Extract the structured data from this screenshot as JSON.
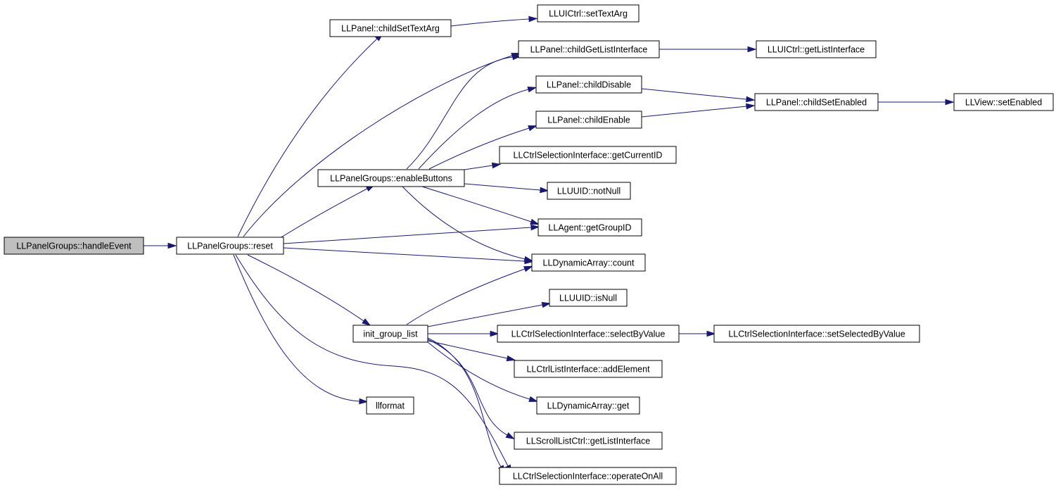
{
  "graph": {
    "nodes": [
      {
        "id": "handleEvent",
        "label": "LLPanelGroups::handleEvent",
        "root": true
      },
      {
        "id": "reset",
        "label": "LLPanelGroups::reset"
      },
      {
        "id": "childSetTextArg",
        "label": "LLPanel::childSetTextArg"
      },
      {
        "id": "setTextArg",
        "label": "LLUICtrl::setTextArg"
      },
      {
        "id": "childGetListInterface",
        "label": "LLPanel::childGetListInterface"
      },
      {
        "id": "getListInterfaceUI",
        "label": "LLUICtrl::getListInterface"
      },
      {
        "id": "childDisable",
        "label": "LLPanel::childDisable"
      },
      {
        "id": "childEnable",
        "label": "LLPanel::childEnable"
      },
      {
        "id": "childSetEnabled",
        "label": "LLPanel::childSetEnabled"
      },
      {
        "id": "setEnabled",
        "label": "LLView::setEnabled"
      },
      {
        "id": "enableButtons",
        "label": "LLPanelGroups::enableButtons"
      },
      {
        "id": "getCurrentID",
        "label": "LLCtrlSelectionInterface::getCurrentID"
      },
      {
        "id": "notNull",
        "label": "LLUUID::notNull"
      },
      {
        "id": "getGroupID",
        "label": "LLAgent::getGroupID"
      },
      {
        "id": "count",
        "label": "LLDynamicArray::count"
      },
      {
        "id": "isNull",
        "label": "LLUUID::isNull"
      },
      {
        "id": "initGroupList",
        "label": "init_group_list"
      },
      {
        "id": "selectByValue",
        "label": "LLCtrlSelectionInterface::selectByValue"
      },
      {
        "id": "setSelectedByValue",
        "label": "LLCtrlSelectionInterface::setSelectedByValue"
      },
      {
        "id": "addElement",
        "label": "LLCtrlListInterface::addElement"
      },
      {
        "id": "get",
        "label": "LLDynamicArray::get"
      },
      {
        "id": "llformat",
        "label": "llformat"
      },
      {
        "id": "getListInterfaceScroll",
        "label": "LLScrollListCtrl::getListInterface"
      },
      {
        "id": "operateOnAll",
        "label": "LLCtrlSelectionInterface::operateOnAll"
      }
    ],
    "edges": [
      {
        "from": "handleEvent",
        "to": "reset"
      },
      {
        "from": "reset",
        "to": "childSetTextArg"
      },
      {
        "from": "childSetTextArg",
        "to": "setTextArg"
      },
      {
        "from": "reset",
        "to": "childGetListInterface"
      },
      {
        "from": "childGetListInterface",
        "to": "getListInterfaceUI"
      },
      {
        "from": "reset",
        "to": "enableButtons"
      },
      {
        "from": "enableButtons",
        "to": "childGetListInterface"
      },
      {
        "from": "enableButtons",
        "to": "childDisable"
      },
      {
        "from": "enableButtons",
        "to": "childEnable"
      },
      {
        "from": "childDisable",
        "to": "childSetEnabled"
      },
      {
        "from": "childEnable",
        "to": "childSetEnabled"
      },
      {
        "from": "childSetEnabled",
        "to": "setEnabled"
      },
      {
        "from": "enableButtons",
        "to": "getCurrentID"
      },
      {
        "from": "enableButtons",
        "to": "notNull"
      },
      {
        "from": "enableButtons",
        "to": "getGroupID"
      },
      {
        "from": "enableButtons",
        "to": "count"
      },
      {
        "from": "reset",
        "to": "getGroupID"
      },
      {
        "from": "reset",
        "to": "count"
      },
      {
        "from": "reset",
        "to": "initGroupList"
      },
      {
        "from": "reset",
        "to": "llformat"
      },
      {
        "from": "reset",
        "to": "operateOnAll"
      },
      {
        "from": "initGroupList",
        "to": "count"
      },
      {
        "from": "initGroupList",
        "to": "isNull"
      },
      {
        "from": "initGroupList",
        "to": "selectByValue"
      },
      {
        "from": "selectByValue",
        "to": "setSelectedByValue"
      },
      {
        "from": "initGroupList",
        "to": "addElement"
      },
      {
        "from": "initGroupList",
        "to": "get"
      },
      {
        "from": "initGroupList",
        "to": "getListInterfaceScroll"
      },
      {
        "from": "initGroupList",
        "to": "operateOnAll"
      }
    ]
  },
  "colors": {
    "edge": "#191970",
    "node_border": "#000000",
    "root_fill": "#bfbfbf",
    "node_fill": "#ffffff"
  }
}
